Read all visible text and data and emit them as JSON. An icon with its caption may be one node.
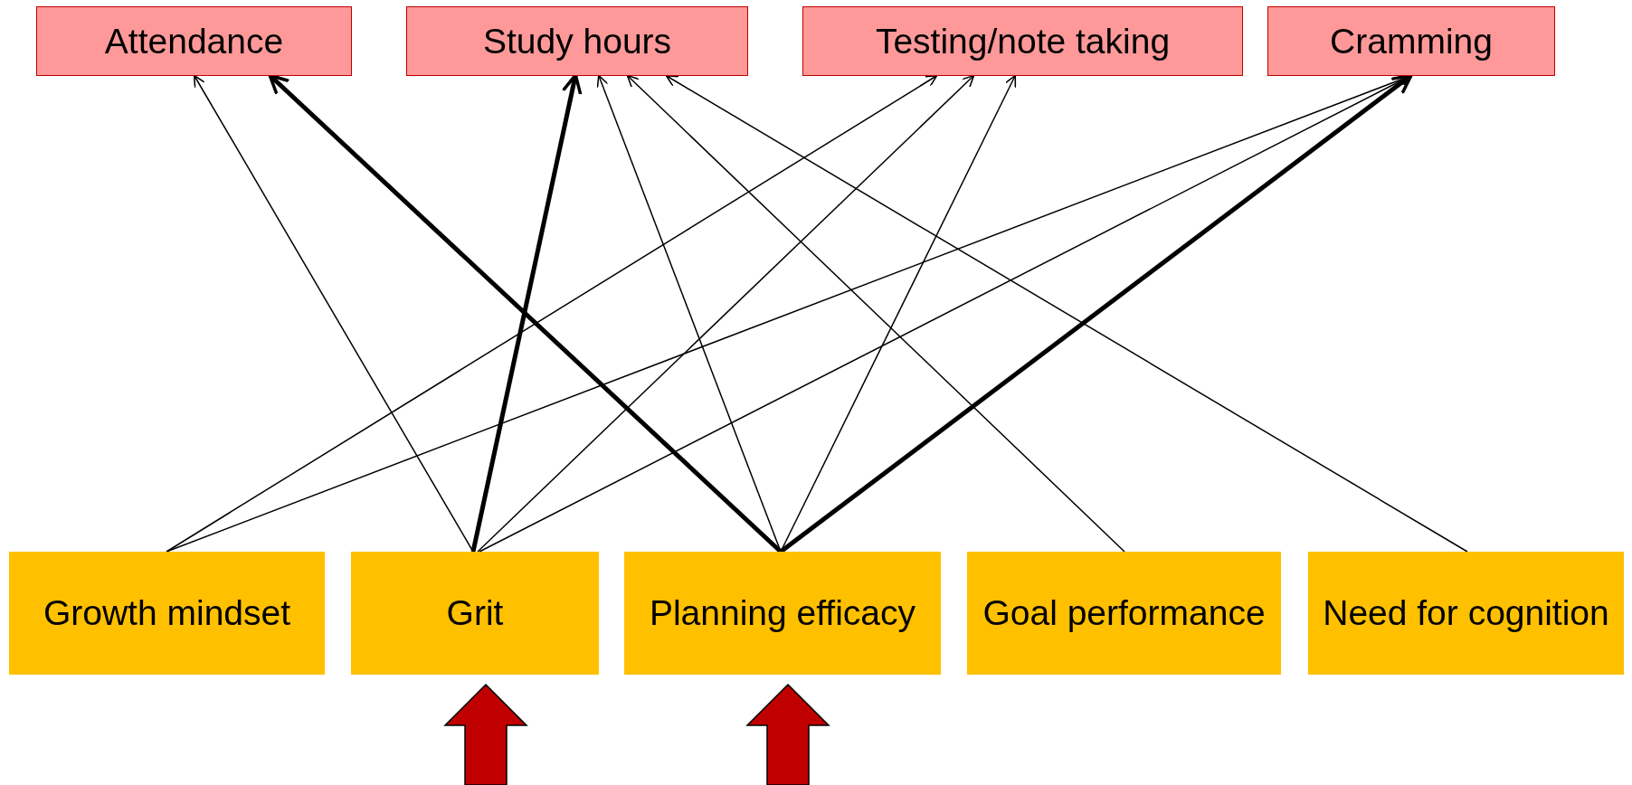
{
  "diagram": {
    "nodes": [
      {
        "text": [
          "Attendance"
        ]
      },
      {
        "text": [
          "Study hours"
        ]
      },
      {
        "text": [
          "Testing/note taking"
        ]
      },
      {
        "text": [
          "Cramming"
        ]
      },
      {
        "text": [
          "Growth mindset"
        ]
      },
      {
        "text": [
          "Grit"
        ]
      },
      {
        "text": [
          "Planning efficacy"
        ]
      },
      {
        "text": [
          "Goal performance"
        ]
      },
      {
        "text": [
          "Need for cognition"
        ]
      }
    ],
    "edges": [
      {
        "from": 4,
        "to": 2,
        "arrow": "to"
      },
      {
        "from": 4,
        "to": 3,
        "arrow": "to"
      },
      {
        "from": 5,
        "to": 0,
        "arrow": "to"
      },
      {
        "from": 5,
        "to": 1,
        "arrow": "to",
        "style": "thick"
      },
      {
        "from": 5,
        "to": 2,
        "arrow": "to"
      },
      {
        "from": 5,
        "to": 3,
        "arrow": "to"
      },
      {
        "from": 6,
        "to": 0,
        "arrow": "to",
        "style": "thick"
      },
      {
        "from": 6,
        "to": 1,
        "arrow": "to"
      },
      {
        "from": 6,
        "to": 2,
        "arrow": "to"
      },
      {
        "from": 6,
        "to": 3,
        "arrow": "to",
        "style": "thick"
      },
      {
        "from": 7,
        "to": 1,
        "arrow": "to"
      },
      {
        "from": 8,
        "to": 1,
        "arrow": "to"
      },
      {
        "from": null,
        "to": 5,
        "arrow": "to",
        "style": "thick",
        "color": "#c00000"
      },
      {
        "from": null,
        "to": 6,
        "arrow": "to",
        "style": "thick",
        "color": "#c00000"
      }
    ]
  }
}
